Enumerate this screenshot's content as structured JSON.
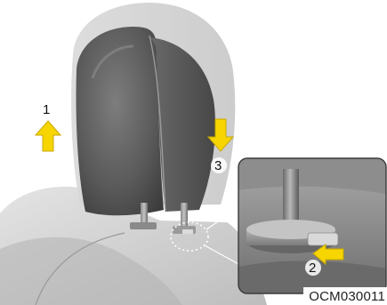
{
  "figure": {
    "steps": [
      "1",
      "2",
      "3"
    ],
    "figure_code": "OCM030011",
    "colors": {
      "arrow_fill": "#f6d500",
      "arrow_stroke": "#c9a800",
      "seat_dark": "#5e5e5e",
      "seat_light": "#cfcfcf",
      "background": "#ffffff",
      "inset_border": "#3a3a3a"
    },
    "icons": {
      "step_1": "arrow-up-icon",
      "step_2": "arrow-left-icon",
      "step_3": "arrow-down-icon"
    }
  }
}
